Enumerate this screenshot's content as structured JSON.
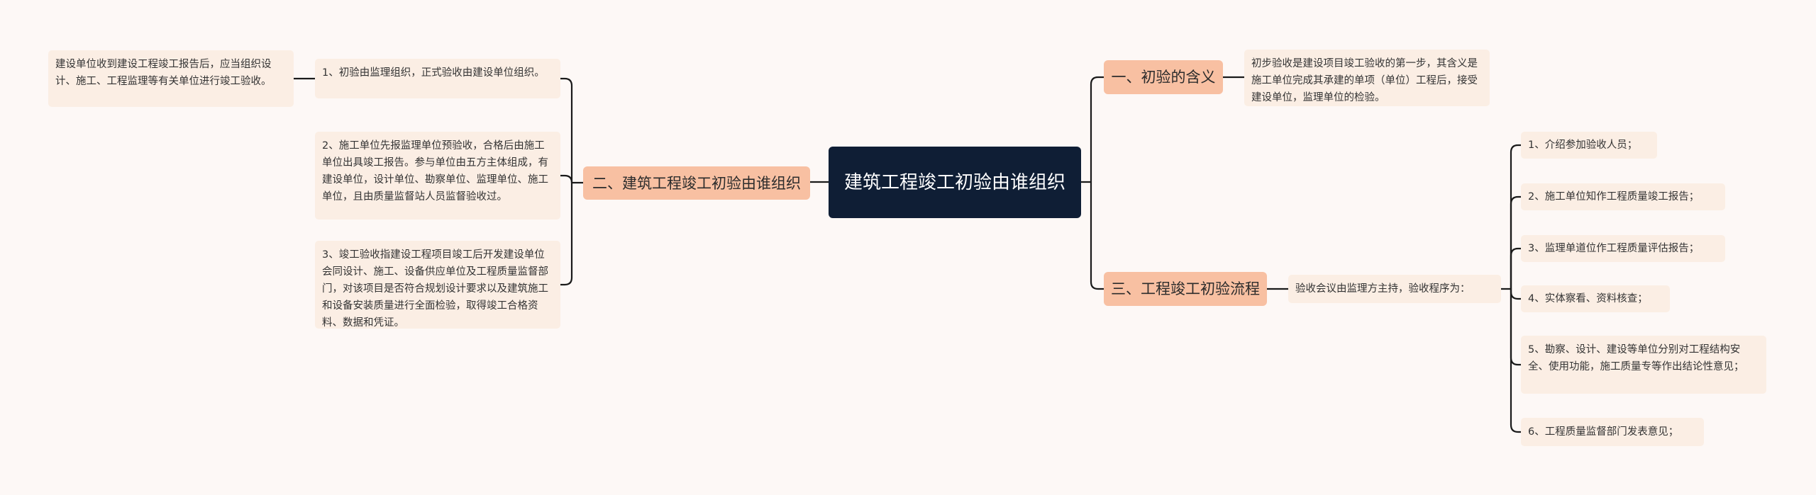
{
  "root": {
    "title": "建筑工程竣工初验由谁组织"
  },
  "branches": [
    {
      "id": "b1",
      "label": "一、初验的含义"
    },
    {
      "id": "b2",
      "label": "二、建筑工程竣工初验由谁组织"
    },
    {
      "id": "b3",
      "label": "三、工程竣工初验流程"
    }
  ],
  "leaves": {
    "meaning": "初步验收是建设项目竣工验收的第一步，其含义是施工单位完成其承建的单项（单位）工程后，接受建设单位，监理单位的检验。",
    "org1": "1、初验由监理组织，正式验收由建设单位组织。",
    "org1_sub": "建设单位收到建设工程竣工报告后，应当组织设计、施工、工程监理等有关单位进行竣工验收。",
    "org2": "2、施工单位先报监理单位预验收，合格后由施工单位出具竣工报告。参与单位由五方主体组成，有建设单位，设计单位、勘察单位、监理单位、施工单位，且由质量监督站人员监督验收过。",
    "org3": "3、竣工验收指建设工程项目竣工后开发建设单位会同设计、施工、设备供应单位及工程质量监督部门，对该项目是否符合规划设计要求以及建筑施工和设备安装质量进行全面检验，取得竣工合格资料、数据和凭证。",
    "flow_intro": "验收会议由监理方主持，验收程序为：",
    "steps": [
      "1、介绍参加验收人员；",
      "2、施工单位知作工程质量竣工报告；",
      "3、监理单道位作工程质量评估报告；",
      "4、实体察看、资料核查；",
      "5、勘察、设计、建设等单位分别对工程结构安全、使用功能，施工质量专等作出结论性意见；",
      "6、工程质量监督部门发表意见；"
    ]
  },
  "colors": {
    "background": "#fdf8f6",
    "root": "#0f1e35",
    "branch": "#f8c0a2",
    "leaf": "#fbeee4",
    "line": "#1a1a1a"
  }
}
